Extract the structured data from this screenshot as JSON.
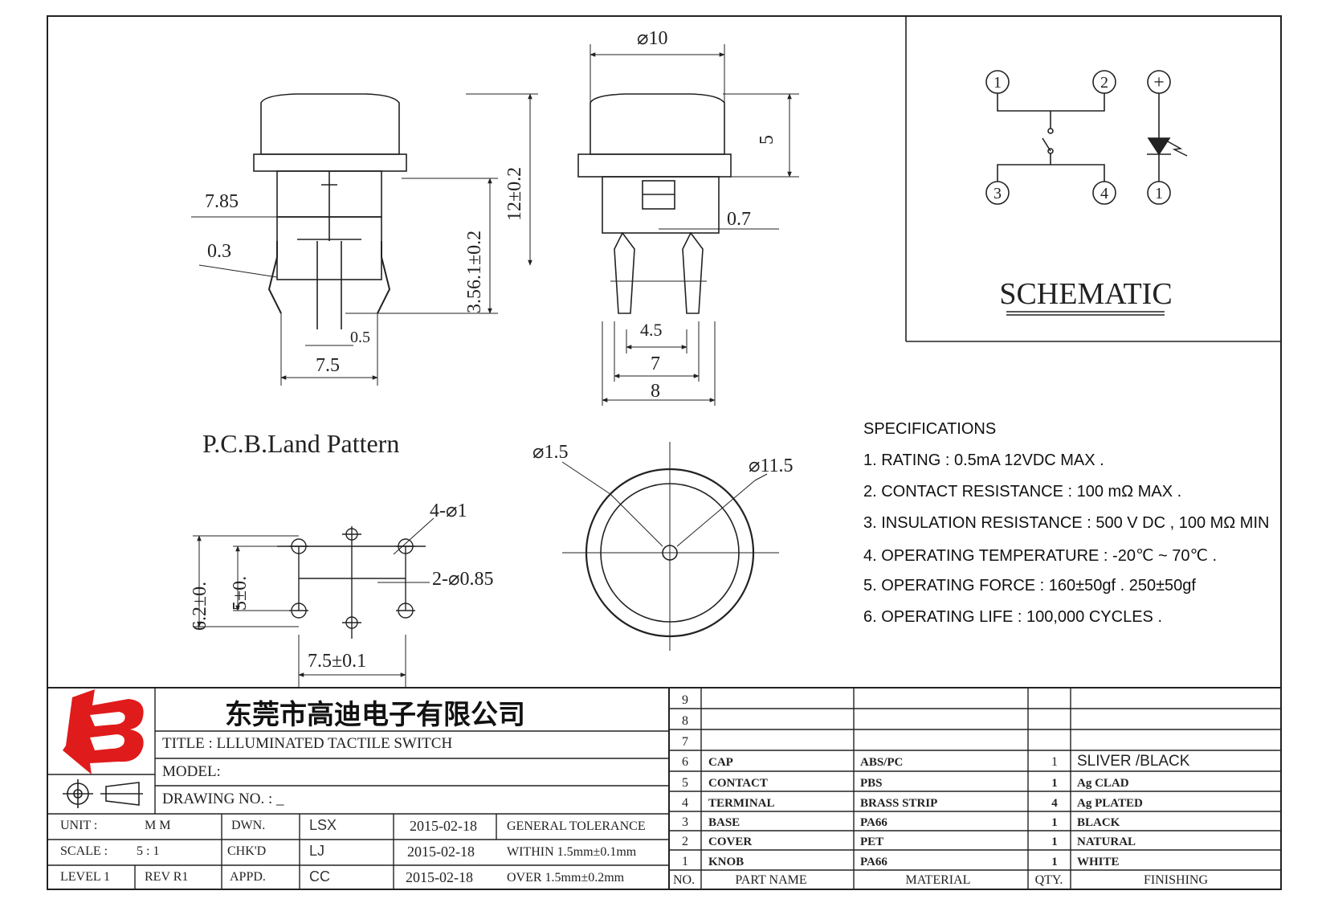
{
  "schematic": {
    "title": "SCHEMATIC",
    "pins_top": [
      "1",
      "2",
      "+"
    ],
    "pins_bottom": [
      "3",
      "4",
      "1"
    ]
  },
  "dims": {
    "front_width": "7.85",
    "lead_thickness": "0.3",
    "pin_width": "0.5",
    "pin_span": "7.5",
    "height_total": "12±0.2",
    "height_body": "3.56.1±0.2",
    "cap_diameter": "⌀10",
    "cap_height": "5",
    "lead_offset": "0.7",
    "side_inner": "4.5",
    "side_mid": "7",
    "side_outer": "8",
    "land_pattern_title": "P.C.B.Land Pattern",
    "hole_large": "4-⌀1",
    "hole_small": "2-⌀0.85",
    "pcb_h_outer": "6.2±0.",
    "pcb_h_inner": "5±0.",
    "pcb_w": "7.5±0.1",
    "top_small_dia": "⌀1.5",
    "top_large_dia": "⌀11.5"
  },
  "specs": {
    "heading": "SPECIFICATIONS",
    "items": [
      "1. RATING : 0.5mA 12VDC MAX .",
      "2. CONTACT RESISTANCE : 100 mΩ MAX .",
      "3. INSULATION RESISTANCE : 500 V DC , 100 MΩ MIN",
      "4. OPERATING TEMPERATURE : -20℃ ~ 70℃ .",
      "5. OPERATING FORCE : 160±50gf . 250±50gf",
      "6. OPERATING LIFE : 100,000 CYCLES ."
    ]
  },
  "title_block": {
    "company": "东莞市高迪电子有限公司",
    "title": "TITLE :  LLLUMINATED TACTILE SWITCH",
    "model": "MODEL:",
    "drawing_no": "DRAWING NO.  : _",
    "unit_label": "UNIT    :",
    "unit_value": "M M",
    "scale_label": "SCALE   :",
    "scale_value": "5 : 1",
    "level": "LEVEL 1",
    "rev": "REV  R1",
    "dwn_label": "DWN.",
    "dwn_name": "LSX",
    "dwn_date": "2015-02-18",
    "chk_label": "CHK'D",
    "chk_name": "LJ",
    "chk_date": "2015-02-18",
    "appd_label": "APPD.",
    "appd_name": "CC",
    "appd_date": "2015-02-18",
    "tol_title": "GENERAL TOLERANCE",
    "tol_within": "WITHIN 1.5mm±0.1mm",
    "tol_over": "OVER   1.5mm±0.2mm"
  },
  "bom": {
    "headers": {
      "no": "NO.",
      "part": "PART   NAME",
      "material": "MATERIAL",
      "qty": "QTY.",
      "finishing": "FINISHING"
    },
    "rows": [
      {
        "no": "9",
        "part": "",
        "material": "",
        "qty": "",
        "finishing": ""
      },
      {
        "no": "8",
        "part": "",
        "material": "",
        "qty": "",
        "finishing": ""
      },
      {
        "no": "7",
        "part": "",
        "material": "",
        "qty": "",
        "finishing": ""
      },
      {
        "no": "6",
        "part": "CAP",
        "material": "ABS/PC",
        "qty": "1",
        "finishing": "SLIVER /BLACK"
      },
      {
        "no": "5",
        "part": "CONTACT",
        "material": "PBS",
        "qty": "1",
        "finishing": "Ag CLAD"
      },
      {
        "no": "4",
        "part": "TERMINAL",
        "material": "BRASS STRIP",
        "qty": "4",
        "finishing": "Ag PLATED"
      },
      {
        "no": "3",
        "part": "BASE",
        "material": "PA66",
        "qty": "1",
        "finishing": "BLACK"
      },
      {
        "no": "2",
        "part": "COVER",
        "material": "PET",
        "qty": "1",
        "finishing": "NATURAL"
      },
      {
        "no": "1",
        "part": "KNOB",
        "material": "PA66",
        "qty": "1",
        "finishing": "WHITE"
      }
    ]
  },
  "colors": {
    "logo_red": "#e01b1b",
    "line": "#222222"
  }
}
